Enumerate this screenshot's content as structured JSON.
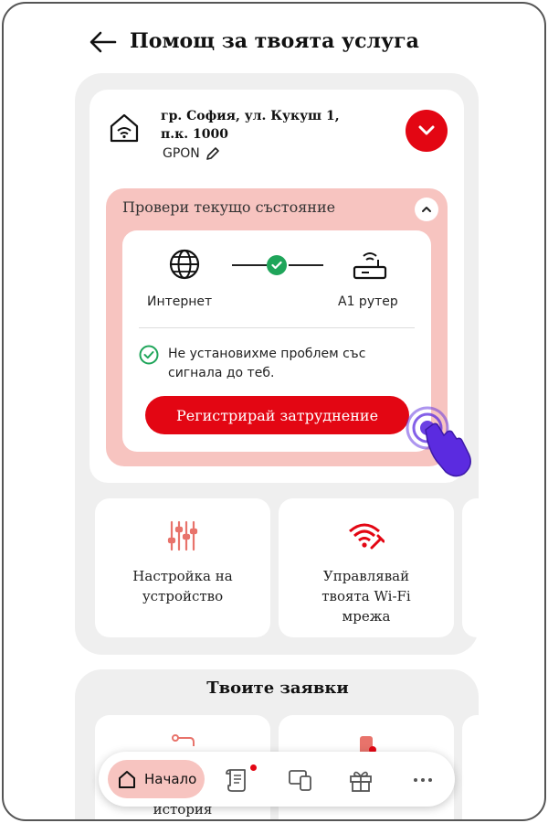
{
  "header": {
    "title": "Помощ за твоята услуга"
  },
  "service": {
    "address": "гр. София, ул. Кукуш 1, п.к. 1000",
    "type": "GPON"
  },
  "status": {
    "title": "Провери текущо състояние",
    "internet_label": "Интернет",
    "router_label": "А1 рутер",
    "message": "Не установихме проблем със сигнала до теб.",
    "register_button": "Регистрирай затруднение"
  },
  "tiles": [
    {
      "label": "Настройка на устройство",
      "icon": "sliders-icon"
    },
    {
      "label": "Управлявай твоята Wi-Fi мрежа",
      "icon": "wifi-wrench-icon"
    }
  ],
  "requests": {
    "title": "Твоите заявки",
    "tile_label": "история"
  },
  "nav": {
    "home_label": "Начало",
    "items": [
      "home-icon",
      "scroll-icon",
      "devices-icon",
      "gift-icon",
      "more-icon"
    ]
  },
  "colors": {
    "accent": "#e30613",
    "pink": "#f7c4c0",
    "success": "#1fa55a",
    "panel": "#efefef",
    "purple": "#5b2be0"
  }
}
